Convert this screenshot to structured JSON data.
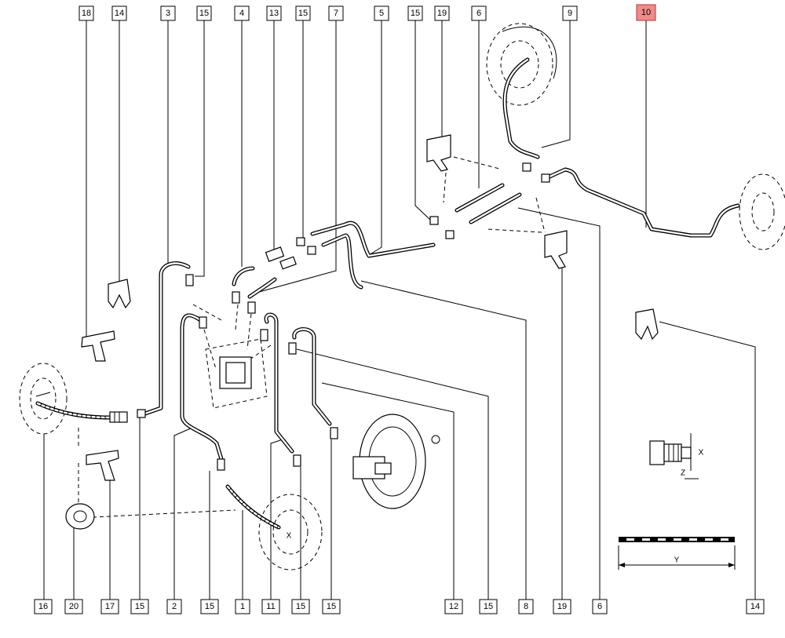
{
  "callouts_top": [
    {
      "id": "c18",
      "label": "18"
    },
    {
      "id": "c14a",
      "label": "14"
    },
    {
      "id": "c3",
      "label": "3"
    },
    {
      "id": "c15a",
      "label": "15"
    },
    {
      "id": "c4",
      "label": "4"
    },
    {
      "id": "c13",
      "label": "13"
    },
    {
      "id": "c15b",
      "label": "15"
    },
    {
      "id": "c7",
      "label": "7"
    },
    {
      "id": "c5",
      "label": "5"
    },
    {
      "id": "c15c",
      "label": "15"
    },
    {
      "id": "c19a",
      "label": "19"
    },
    {
      "id": "c6a",
      "label": "6"
    },
    {
      "id": "c9",
      "label": "9"
    },
    {
      "id": "c10",
      "label": "10",
      "highlighted": true
    }
  ],
  "callouts_bottom": [
    {
      "id": "c16",
      "label": "16"
    },
    {
      "id": "c20",
      "label": "20"
    },
    {
      "id": "c17",
      "label": "17"
    },
    {
      "id": "c15d",
      "label": "15"
    },
    {
      "id": "c2",
      "label": "2"
    },
    {
      "id": "c15e",
      "label": "15"
    },
    {
      "id": "c1",
      "label": "1"
    },
    {
      "id": "c11",
      "label": "11"
    },
    {
      "id": "c15f",
      "label": "15"
    },
    {
      "id": "c15g",
      "label": "15"
    },
    {
      "id": "c12",
      "label": "12"
    },
    {
      "id": "c15h",
      "label": "15"
    },
    {
      "id": "c8",
      "label": "8"
    },
    {
      "id": "c19b",
      "label": "19"
    },
    {
      "id": "c6b",
      "label": "6"
    },
    {
      "id": "c14b",
      "label": "14"
    }
  ],
  "dimensions": {
    "x_label": "X",
    "z_label": "Z",
    "y_label": "Y",
    "wheel_x_label": "X"
  },
  "colors": {
    "highlight_fill": "#ee8c8c",
    "highlight_stroke": "#c03030",
    "line": "#000000"
  }
}
